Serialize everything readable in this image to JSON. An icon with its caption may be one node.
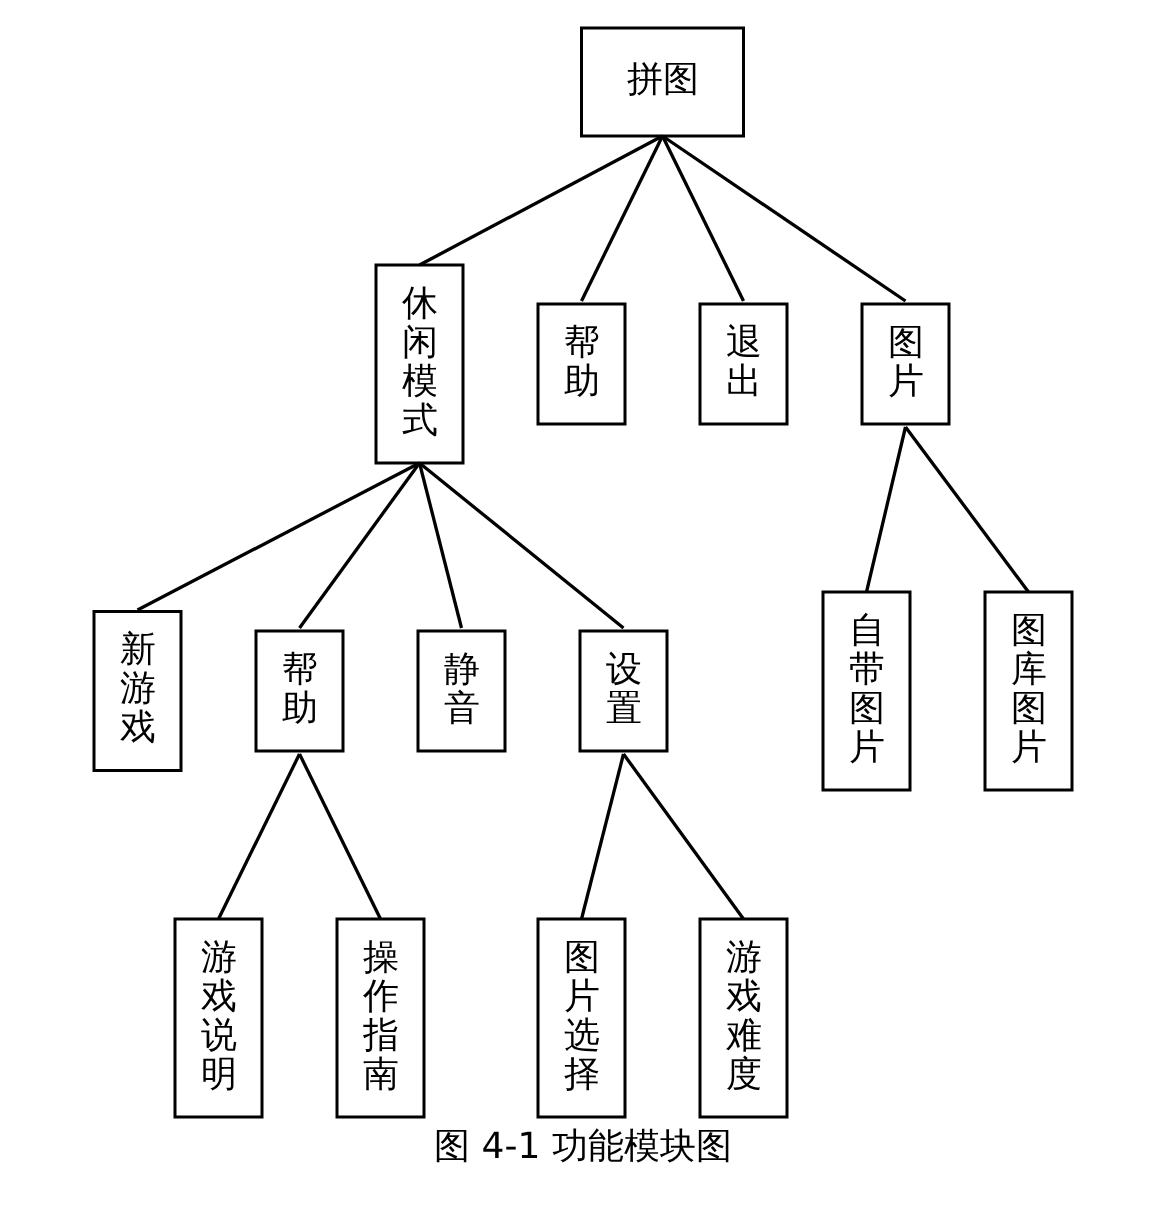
{
  "diagram": {
    "caption": "图 4-1 功能模块图",
    "nodes": [
      {
        "text": [
          "拼图"
        ]
      },
      {
        "text": [
          "休闲模式"
        ]
      },
      {
        "text": [
          "帮助"
        ]
      },
      {
        "text": [
          "退出"
        ]
      },
      {
        "text": [
          "图片"
        ]
      },
      {
        "text": [
          "新游戏"
        ]
      },
      {
        "text": [
          "帮助"
        ]
      },
      {
        "text": [
          "静音"
        ]
      },
      {
        "text": [
          "设置"
        ]
      },
      {
        "text": [
          "自带图片"
        ]
      },
      {
        "text": [
          "图库图片"
        ]
      },
      {
        "text": [
          "游戏说明"
        ]
      },
      {
        "text": [
          "操作指南"
        ]
      },
      {
        "text": [
          "图片选择"
        ]
      },
      {
        "text": [
          "游戏难度"
        ]
      }
    ],
    "edges": [
      {
        "from": 0,
        "to": 1,
        "arrow": "none"
      },
      {
        "from": 0,
        "to": 2,
        "arrow": "none"
      },
      {
        "from": 0,
        "to": 3,
        "arrow": "none"
      },
      {
        "from": 0,
        "to": 4,
        "arrow": "none"
      },
      {
        "from": 1,
        "to": 5,
        "arrow": "none"
      },
      {
        "from": 1,
        "to": 6,
        "arrow": "none"
      },
      {
        "from": 1,
        "to": 7,
        "arrow": "none"
      },
      {
        "from": 1,
        "to": 8,
        "arrow": "none"
      },
      {
        "from": 4,
        "to": 9,
        "arrow": "none"
      },
      {
        "from": 4,
        "to": 10,
        "arrow": "none"
      },
      {
        "from": 6,
        "to": 11,
        "arrow": "none"
      },
      {
        "from": 6,
        "to": 12,
        "arrow": "none"
      },
      {
        "from": 8,
        "to": 13,
        "arrow": "none"
      },
      {
        "from": 8,
        "to": 14,
        "arrow": "none"
      }
    ]
  }
}
